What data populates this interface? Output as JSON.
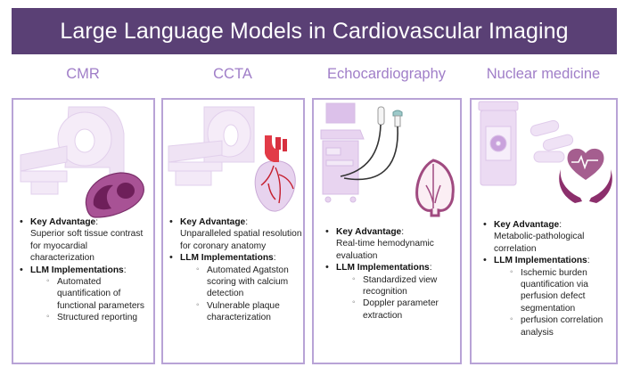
{
  "title": "Large Language Models in Cardiovascular Imaging",
  "colors": {
    "banner": "#5a4075",
    "column_title": "#a07ec8",
    "panel_border": "#b8a3d6",
    "illustration_light": "#ecdff3",
    "illustration_dark": "#8c3c78"
  },
  "panels": [
    {
      "title": "CMR",
      "icons": [
        "mri-scanner-icon",
        "myocardium-cross-section-icon"
      ],
      "key_advantage_label": "Key Advantage",
      "key_advantage": "Superior soft tissue contrast for myocardial characterization",
      "implementations_label": "LLM Implementations",
      "implementations": [
        "Automated quantification of functional parameters",
        "Structured reporting"
      ]
    },
    {
      "title": "CCTA",
      "icons": [
        "ct-scanner-icon",
        "heart-coronary-icon"
      ],
      "key_advantage_label": "Key Advantage",
      "key_advantage": "Unparalleled spatial resolution for coronary anatomy",
      "implementations_label": "LLM Implementations",
      "implementations": [
        "Automated Agatston scoring with calcium detection",
        "Vulnerable plaque characterization"
      ]
    },
    {
      "title": "Echocardiography",
      "icons": [
        "ultrasound-machine-icon",
        "ultrasound-probes-icon",
        "heart-chambers-icon"
      ],
      "key_advantage_label": "Key Advantage",
      "key_advantage": "Real-time hemodynamic evaluation",
      "implementations_label": "LLM Implementations",
      "implementations": [
        "Standardized view recognition",
        "Doppler parameter extraction"
      ]
    },
    {
      "title": "Nuclear medicine",
      "icons": [
        "radioactive-pill-bottle-icon",
        "capsules-icon",
        "heart-in-hands-icon"
      ],
      "key_advantage_label": "Key Advantage",
      "key_advantage": "Metabolic-pathological correlation",
      "implementations_label": "LLM Implementations",
      "implementations": [
        "Ischemic burden quantification via perfusion defect segmentation",
        "perfusion correlation analysis"
      ]
    }
  ]
}
